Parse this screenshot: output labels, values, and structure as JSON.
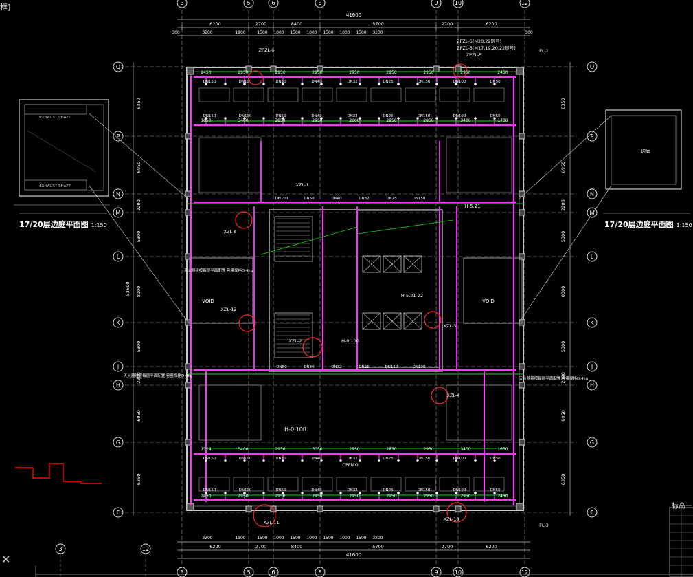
{
  "window": {
    "frame_label": "框]"
  },
  "colors": {
    "background": "#000000",
    "grid": "#9a9a9a",
    "wall": "#c8c8c8",
    "pipe": "#ff33ff",
    "branch": "#19d919",
    "callout": "#ff2a2a",
    "text": "#ffffff",
    "elevation_line": "#ff0000"
  },
  "icons": {
    "close": "close-icon"
  },
  "grid": {
    "columns": [
      "3",
      "5",
      "6",
      "8",
      "9",
      "10",
      "12"
    ],
    "rows": [
      "Q",
      "P",
      "N",
      "M",
      "L",
      "K",
      "J",
      "H",
      "G",
      "F"
    ]
  },
  "dimensions": {
    "overall": "41600",
    "top_row_a": [
      "6200",
      "2700",
      "8400",
      "5700",
      "2700",
      "6200"
    ],
    "top_row_b": [
      "3200",
      "1900",
      "1500",
      "1000",
      "1500",
      "1000",
      "1500",
      "1000",
      "1500",
      "3200"
    ],
    "left": [
      "6350",
      "6950",
      "2200",
      "5300",
      "8000",
      "5300",
      "2800",
      "6950",
      "6350"
    ],
    "right": [
      "6350",
      "6950",
      "2200",
      "5300",
      "8000",
      "5300",
      "2800",
      "6950",
      "6350"
    ],
    "edge": "300"
  },
  "rooms": {
    "void_left": "VOID",
    "void_right": "VOID",
    "open_office": "OPEN O",
    "exhaust_shaft": "EXHAUST SHAFT"
  },
  "pipe_labels": {
    "top_row": [
      "2450",
      "2950",
      "2950",
      "2950",
      "2950",
      "2950",
      "2950",
      "2950",
      "2450"
    ],
    "upper_row": [
      "1650",
      "3400",
      "2850",
      "2950",
      "2600",
      "2950",
      "2850",
      "3400",
      "1700"
    ],
    "lower_row": [
      "1714",
      "3400",
      "2950",
      "3050",
      "2950",
      "2850",
      "2950",
      "3400",
      "1650"
    ],
    "bottom_row": [
      "2450",
      "2950",
      "2950",
      "2950",
      "2950",
      "2950",
      "2950",
      "2950",
      "2450"
    ],
    "dn_tags": [
      "DN150",
      "DN100",
      "DN50",
      "DN40",
      "DN32",
      "DN25"
    ]
  },
  "callouts": {
    "top": [
      "ZPZL-6",
      "ZPZL-6(M20,22层号)",
      "ZPZL-6(M17,19,20,22层号)",
      "ZPZL-5",
      "FL-1"
    ],
    "left": [
      "XZL-8",
      "XZL-12",
      "XZL-1",
      "XZL-2"
    ],
    "right": [
      "XZL-3",
      "XZL-4"
    ],
    "bottom": [
      "XZL-11",
      "XZL-10",
      "FL-3"
    ],
    "core": [
      "H-5.21",
      "H-0.100",
      "H-5.21-22",
      "H-0.100"
    ],
    "fire_note_left": "灭火器组按每层平面配置 容量规格D.4kg",
    "fire_note_right": "灭火器组按每层平面配置 容量规格D.4kg"
  },
  "side_views": {
    "left_title": "17/20层边庭平面图",
    "left_scale": "1:150",
    "right_title": "17/20层边庭平面图",
    "right_scale": "1:150",
    "right_room": "边庭"
  },
  "legend": {
    "title": "标高一览表"
  },
  "bottom_grid": [
    "3",
    "12"
  ]
}
